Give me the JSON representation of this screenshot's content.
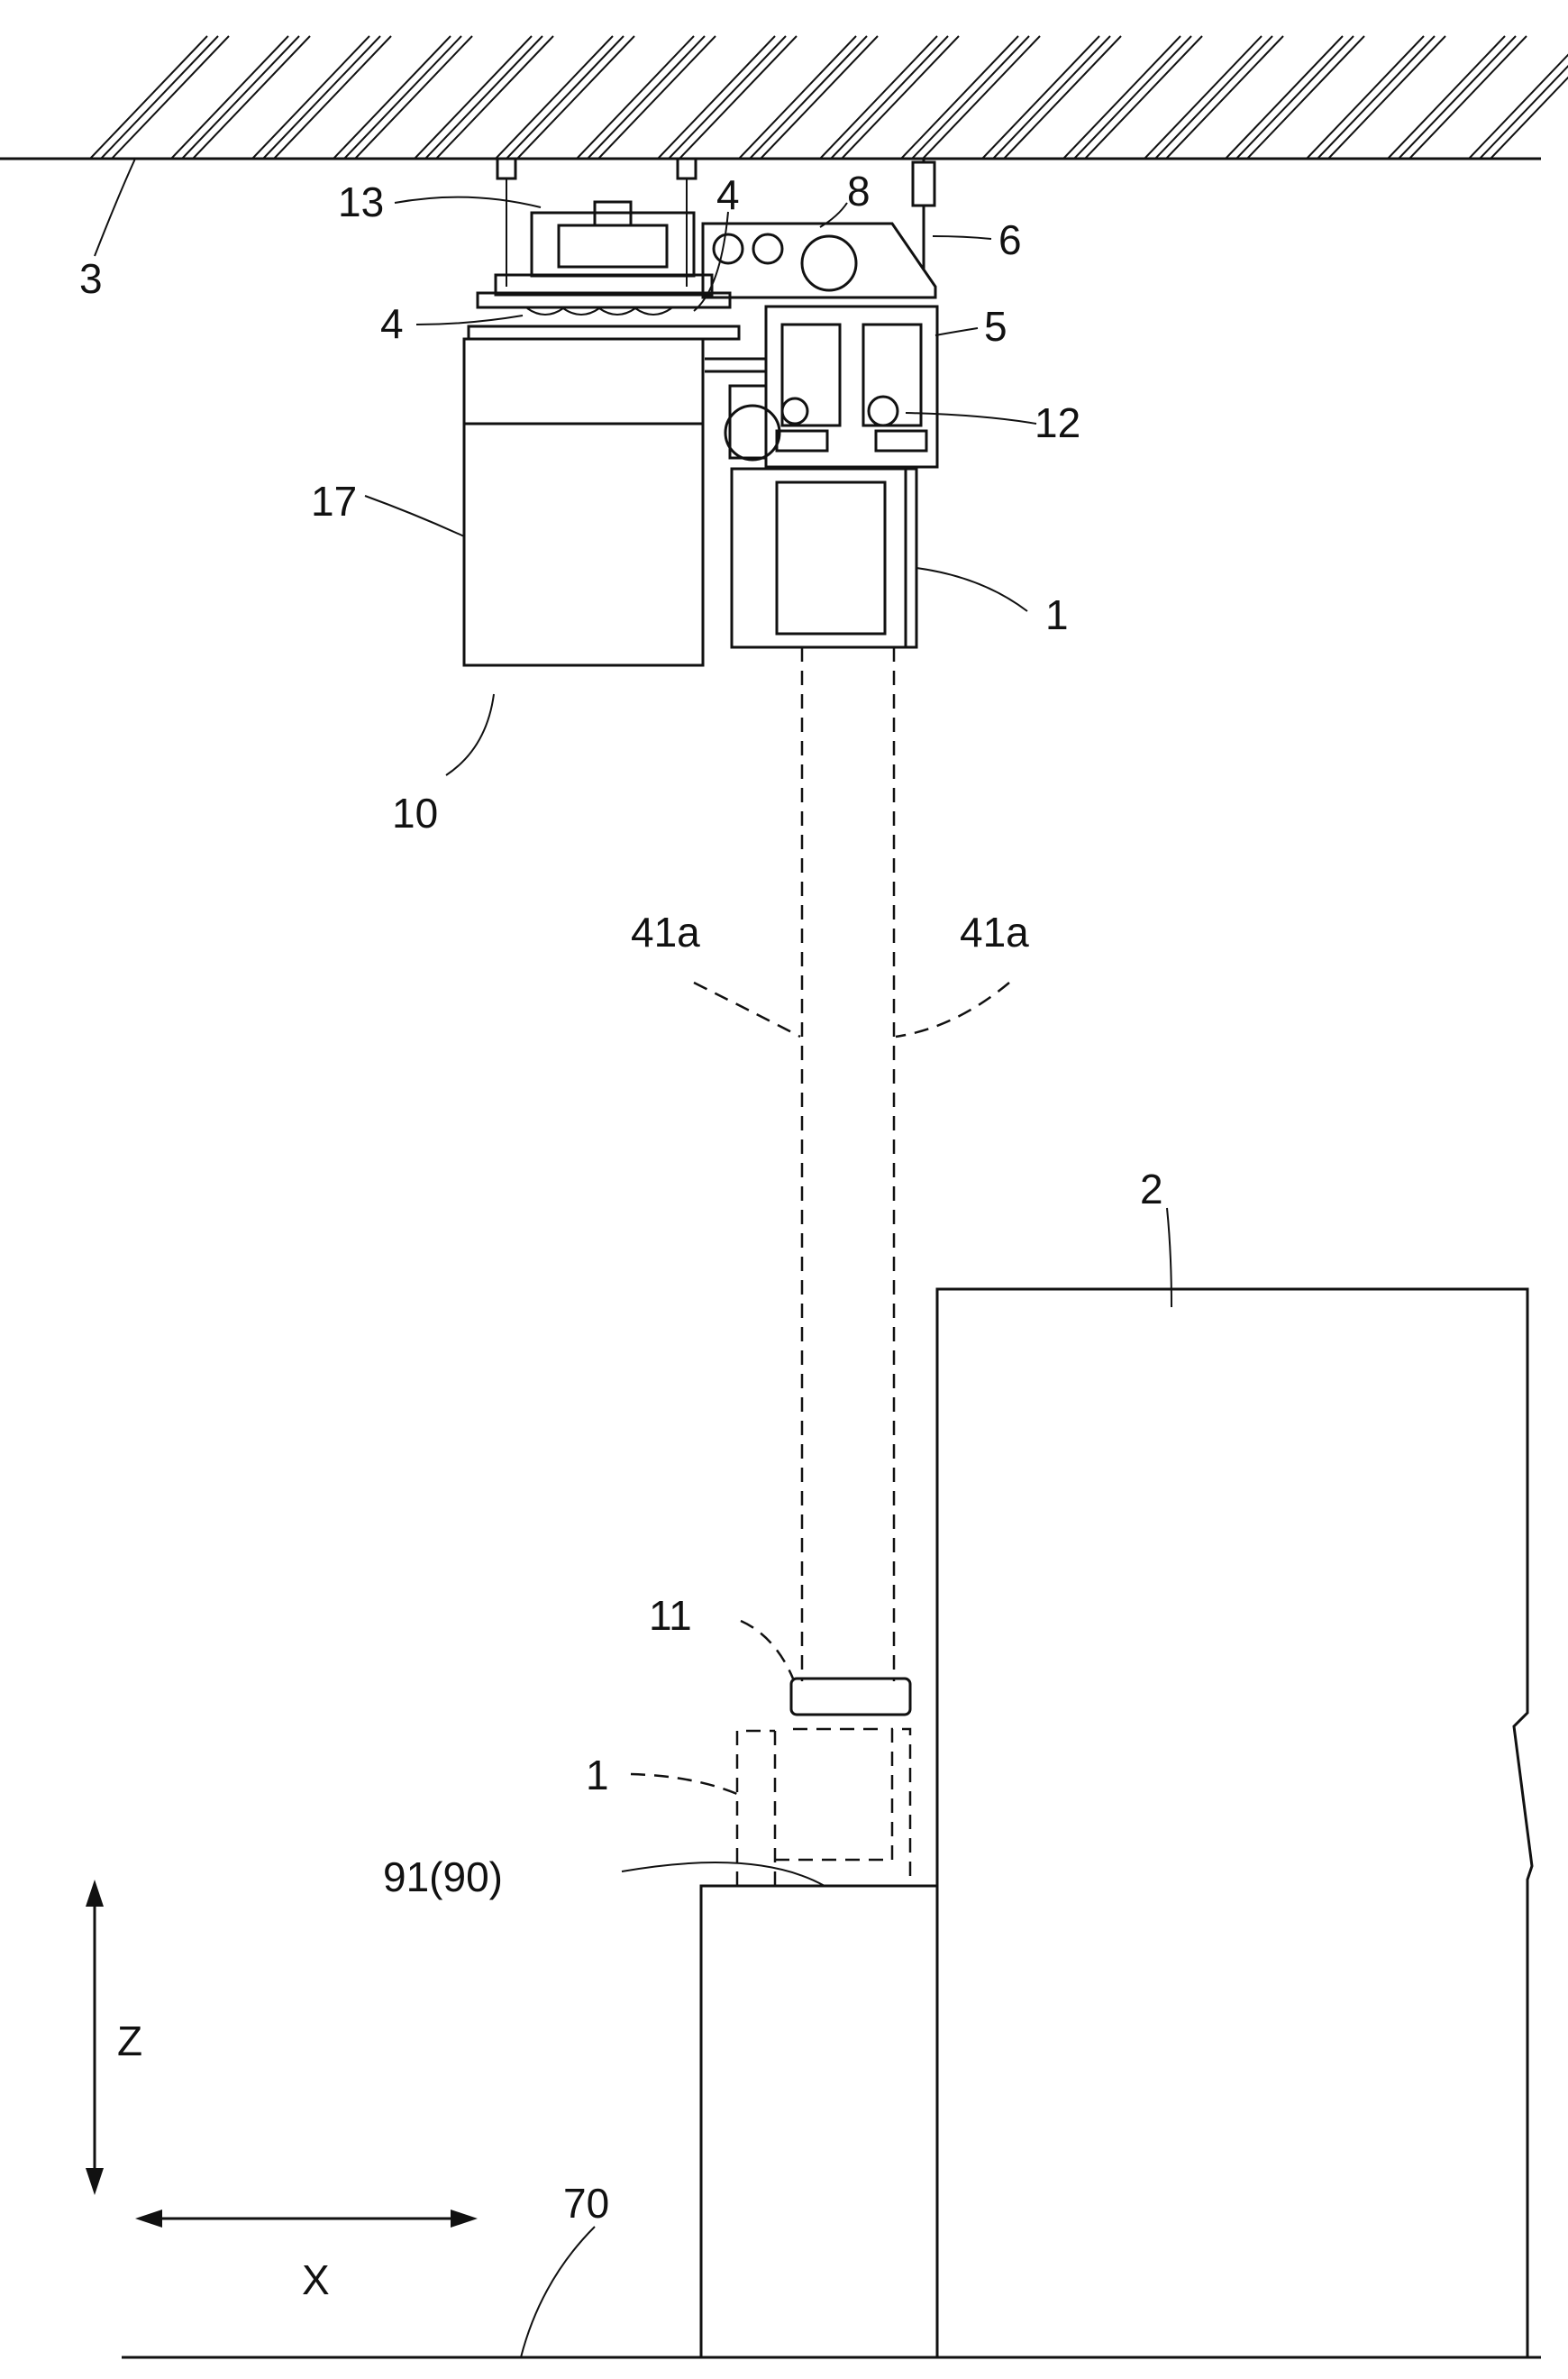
{
  "labels": {
    "ceiling": "3",
    "grip_unit": "13",
    "rail_left": "4",
    "rail_right": "4",
    "frame": "8",
    "hanger": "6",
    "carriage": "5",
    "wheel": "12",
    "cover": "17",
    "article_top": "1",
    "vehicle": "10",
    "belt_left": "41a",
    "belt_right": "41a",
    "station": "2",
    "gripper": "11",
    "article_bottom": "1",
    "support": "91(90)",
    "floor": "70"
  },
  "axes": {
    "vertical": "Z",
    "horizontal": "X"
  }
}
